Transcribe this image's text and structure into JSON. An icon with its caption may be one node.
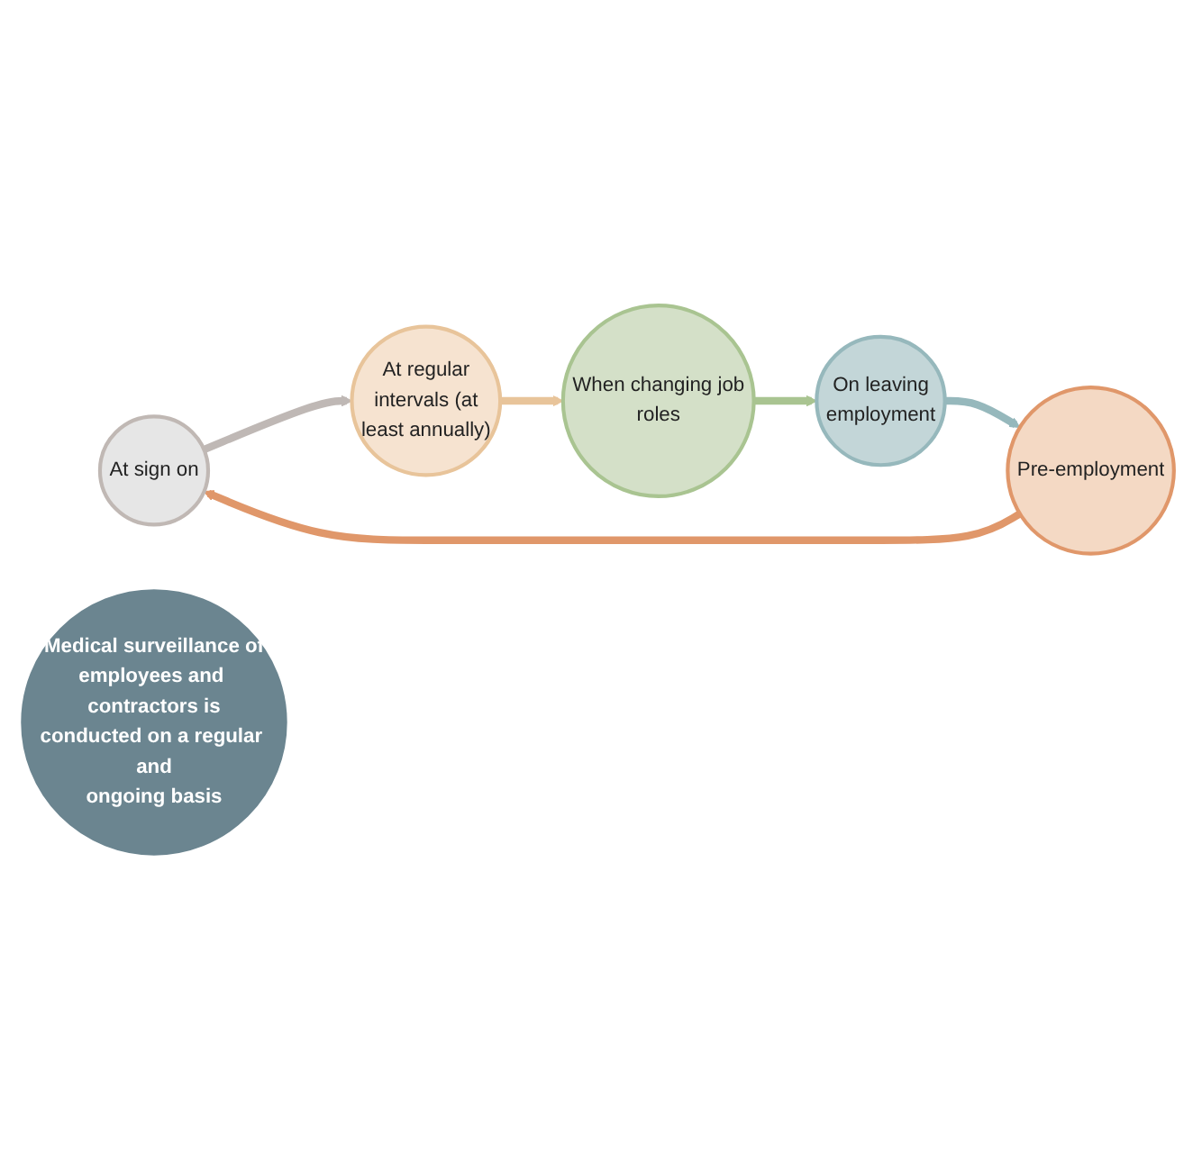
{
  "diagram": {
    "nodes": [
      {
        "text": [
          "At sign on"
        ]
      },
      {
        "text": [
          "At regular intervals (at least annually)"
        ]
      },
      {
        "text": [
          "When changing job roles"
        ]
      },
      {
        "text": [
          "On leaving employment"
        ]
      },
      {
        "text": [
          "Pre-employment"
        ]
      },
      {
        "text": [
          "Medical surveillance of employees and contractors is conducted on a regular and ongoing basis"
        ]
      }
    ],
    "edges": [
      {
        "from": 0,
        "to": 1,
        "arrow": "to",
        "color": "#bfb8b5"
      },
      {
        "from": 1,
        "to": 2,
        "arrow": "to",
        "color": "#e8c49a"
      },
      {
        "from": 2,
        "to": 3,
        "arrow": "to",
        "color": "#a9c491"
      },
      {
        "from": 3,
        "to": 4,
        "arrow": "to",
        "color": "#96b8bc"
      },
      {
        "from": 4,
        "to": 0,
        "arrow": "to",
        "color": "#e0976a"
      }
    ]
  }
}
